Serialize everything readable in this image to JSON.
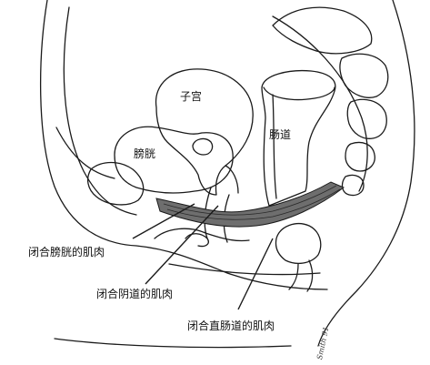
{
  "labels": {
    "uterus": "子宫",
    "bladder": "膀胱",
    "bowel": "肠道",
    "muscle_bladder": "闭合膀胱的肌肉",
    "muscle_vagina": "闭合阴道的肌肉",
    "muscle_rectum": "闭合直肠道的肌肉"
  },
  "signature": "Smith 91",
  "colors": {
    "ink": "#1a1a1a",
    "muscle": "#6e6e6e",
    "paper": "#ffffff"
  }
}
